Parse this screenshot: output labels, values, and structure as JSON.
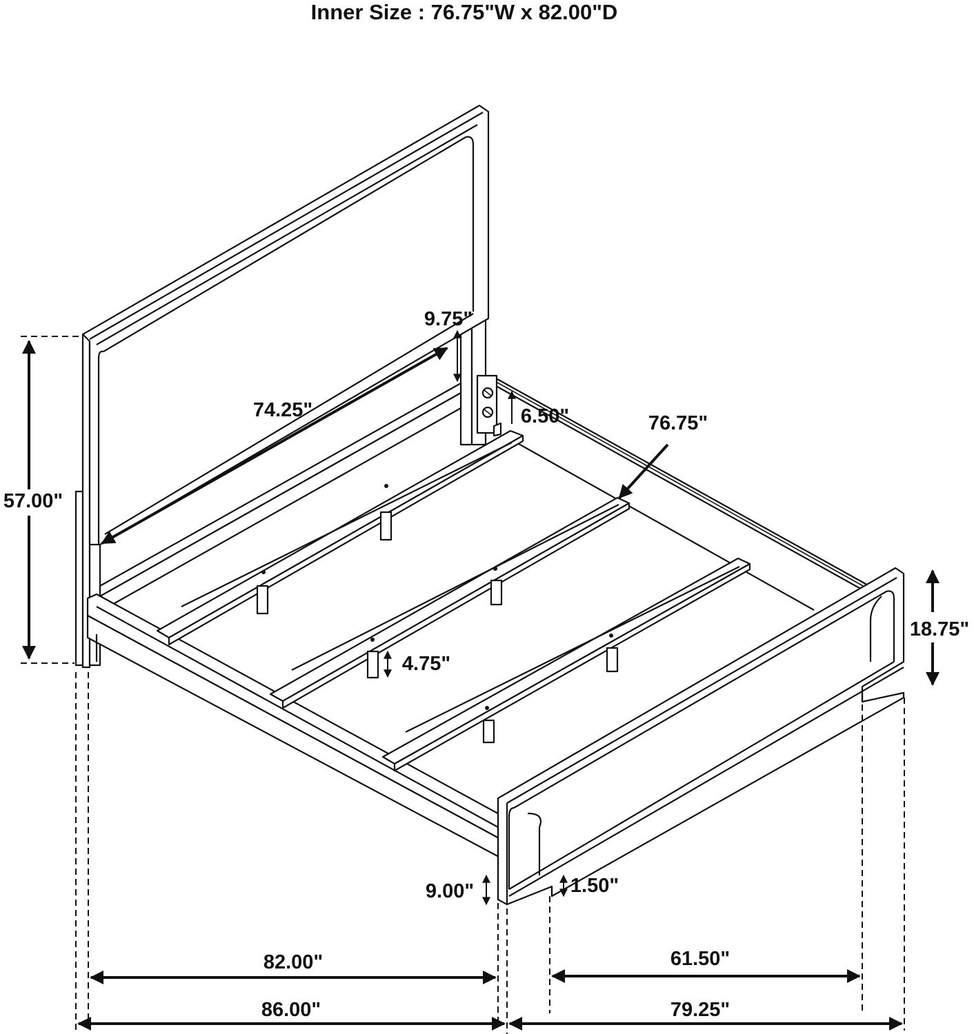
{
  "title": "Inner Size : 76.75\"W x 82.00\"D",
  "dimensions": {
    "headboard_height": "57.00\"",
    "headboard_panel_width": "74.25\"",
    "headboard_leg_clearance": "9.75\"",
    "rail_bracket_height": "6.50\"",
    "slat_length": "76.75\"",
    "support_leg_height": "4.75\"",
    "footboard_height": "18.75\"",
    "rail_clearance": "9.00\"",
    "footboard_base_height": "1.50\"",
    "inner_length": "82.00\"",
    "overall_length": "86.00\"",
    "footboard_inner_width": "61.50\"",
    "overall_width": "79.25\""
  }
}
